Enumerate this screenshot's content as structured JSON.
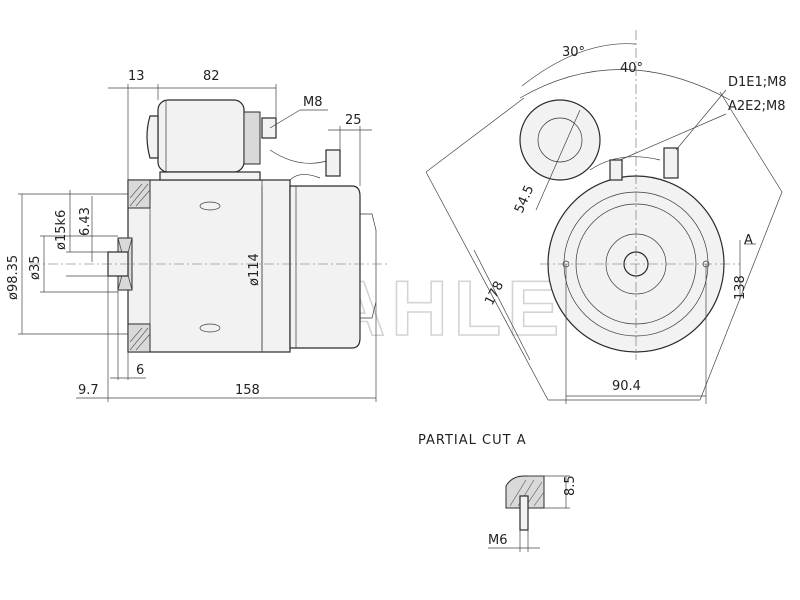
{
  "watermark": "MAHLE",
  "side_view": {
    "dims": {
      "d13": "13",
      "d82": "82",
      "m8": "M8",
      "d25": "25",
      "phi98": "ø98.35",
      "phi35": "ø35",
      "phi15": "ø15k6",
      "d643": "6.43",
      "phi114": "ø114",
      "d6": "6",
      "d97": "9.7",
      "d158": "158"
    }
  },
  "front_view": {
    "dims": {
      "a30": "30°",
      "a40": "40°",
      "t1": "D1E1;M8",
      "t2": "A2E2;M8",
      "d545": "54.5",
      "d178": "178",
      "d138": "138",
      "secA": "A",
      "d904": "90.4"
    }
  },
  "partial_cut": {
    "title": "PARTIAL CUT A",
    "d85": "8.5",
    "m6": "M6"
  }
}
